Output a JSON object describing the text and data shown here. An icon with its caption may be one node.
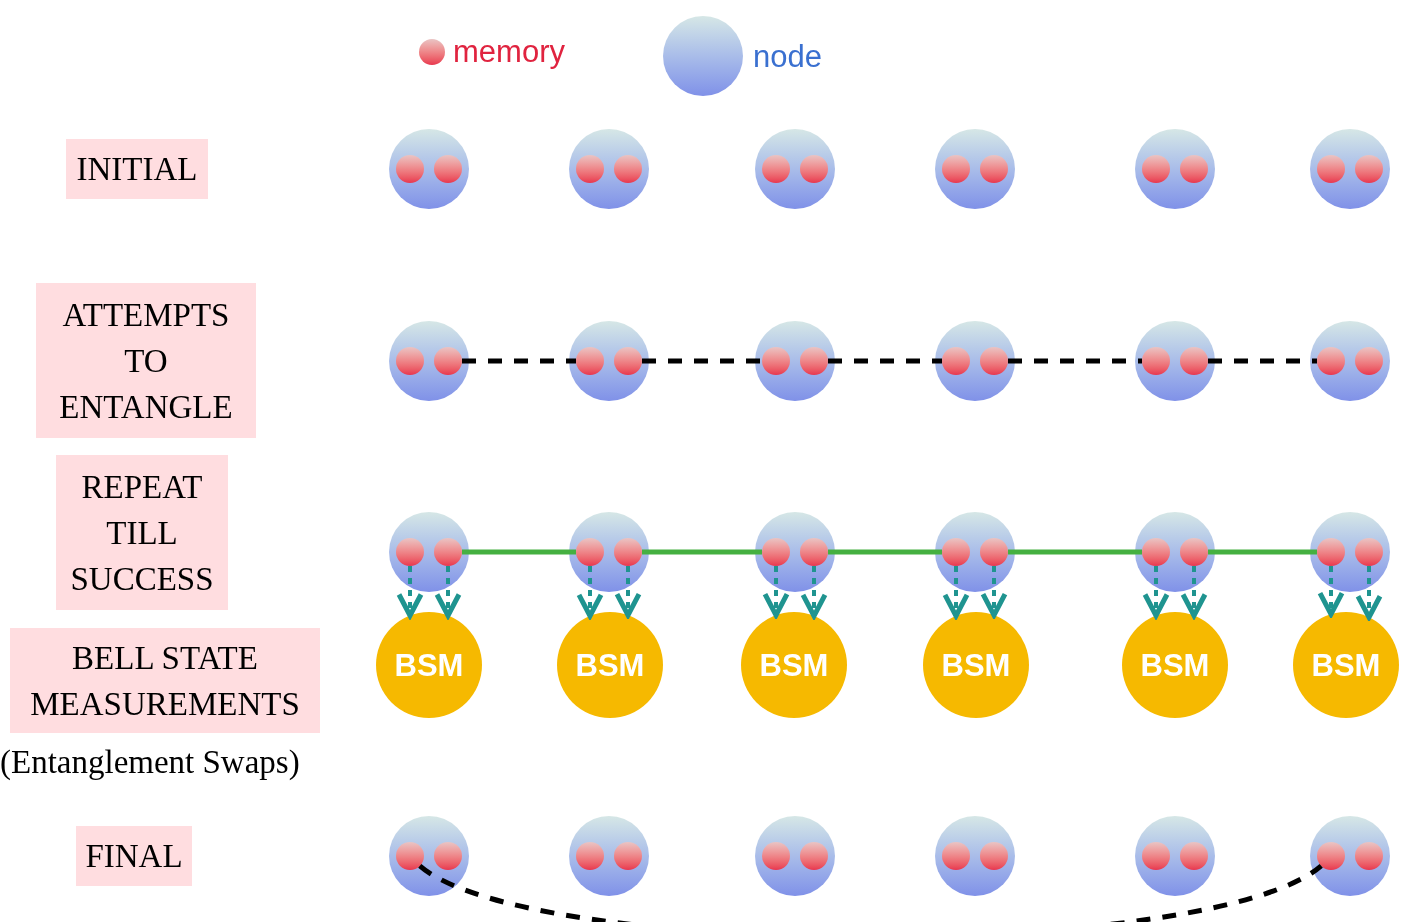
{
  "diagram": {
    "nodes": [
      {
        "text": [
          "INITIAL"
        ]
      },
      {
        "text": [],
        "shape": "circle"
      },
      {
        "text": [],
        "shape": "circle",
        "in": 1
      },
      {
        "text": [],
        "shape": "circle",
        "in": 1
      },
      {
        "text": [],
        "shape": "circle"
      },
      {
        "text": [],
        "shape": "circle",
        "in": 4
      },
      {
        "text": [],
        "shape": "circle",
        "in": 4
      },
      {
        "text": [],
        "shape": "circle"
      },
      {
        "text": [],
        "shape": "circle",
        "in": 7
      },
      {
        "text": [],
        "shape": "circle",
        "in": 7
      },
      {
        "text": [],
        "shape": "circle"
      },
      {
        "text": [],
        "shape": "circle",
        "in": 10
      },
      {
        "text": [],
        "shape": "circle",
        "in": 10
      },
      {
        "text": [],
        "shape": "circle"
      },
      {
        "text": [],
        "shape": "circle",
        "in": 13
      },
      {
        "text": [],
        "shape": "circle",
        "in": 13
      },
      {
        "text": [],
        "shape": "circle"
      },
      {
        "text": [],
        "shape": "circle",
        "in": 16
      },
      {
        "text": [],
        "shape": "circle",
        "in": 16
      },
      {
        "text": [
          "ATTEMPTS TO ENTANGLE"
        ]
      },
      {
        "text": [],
        "shape": "circle"
      },
      {
        "text": [],
        "shape": "circle",
        "in": 20
      },
      {
        "text": [],
        "shape": "circle",
        "in": 20
      },
      {
        "text": [],
        "shape": "circle"
      },
      {
        "text": [],
        "shape": "circle",
        "in": 23
      },
      {
        "text": [],
        "shape": "circle",
        "in": 23
      },
      {
        "text": [],
        "shape": "circle"
      },
      {
        "text": [],
        "shape": "circle",
        "in": 26
      },
      {
        "text": [],
        "shape": "circle",
        "in": 26
      },
      {
        "text": [],
        "shape": "circle"
      },
      {
        "text": [],
        "shape": "circle",
        "in": 29
      },
      {
        "text": [],
        "shape": "circle",
        "in": 29
      },
      {
        "text": [],
        "shape": "circle"
      },
      {
        "text": [],
        "shape": "circle",
        "in": 32
      },
      {
        "text": [],
        "shape": "circle",
        "in": 32
      },
      {
        "text": [],
        "shape": "circle"
      },
      {
        "text": [],
        "shape": "circle",
        "in": 35
      },
      {
        "text": [],
        "shape": "circle",
        "in": 35
      },
      {
        "text": [
          "REPEAT TILL SUCCESS"
        ]
      },
      {
        "text": [],
        "shape": "circle"
      },
      {
        "text": [],
        "shape": "circle",
        "in": 39
      },
      {
        "text": [],
        "shape": "circle",
        "in": 39
      },
      {
        "text": [],
        "shape": "circle"
      },
      {
        "text": [],
        "shape": "circle",
        "in": 42
      },
      {
        "text": [],
        "shape": "circle",
        "in": 42
      },
      {
        "text": [],
        "shape": "circle"
      },
      {
        "text": [],
        "shape": "circle",
        "in": 45
      },
      {
        "text": [],
        "shape": "circle",
        "in": 45
      },
      {
        "text": [],
        "shape": "circle"
      },
      {
        "text": [],
        "shape": "circle",
        "in": 48
      },
      {
        "text": [],
        "shape": "circle",
        "in": 48
      },
      {
        "text": [],
        "shape": "circle"
      },
      {
        "text": [],
        "shape": "circle",
        "in": 51
      },
      {
        "text": [],
        "shape": "circle",
        "in": 51
      },
      {
        "text": [],
        "shape": "circle"
      },
      {
        "text": [],
        "shape": "circle",
        "in": 54
      },
      {
        "text": [],
        "shape": "circle",
        "in": 54
      },
      {
        "text": [
          "BELL STATE MEASUREMENTS"
        ],
        "beside": [
          "(Entanglement Swaps)"
        ]
      },
      {
        "text": [
          "BSM"
        ]
      },
      {
        "text": [
          "BSM"
        ]
      },
      {
        "text": [
          "BSM"
        ]
      },
      {
        "text": [
          "BSM"
        ]
      },
      {
        "text": [
          "BSM"
        ]
      },
      {
        "text": [
          "BSM"
        ]
      },
      {
        "text": [
          "FINAL"
        ]
      },
      {
        "text": [],
        "shape": "circle"
      },
      {
        "text": [],
        "shape": "circle",
        "in": 65
      },
      {
        "text": [],
        "shape": "circle",
        "in": 65
      },
      {
        "text": [],
        "shape": "circle"
      },
      {
        "text": [],
        "shape": "circle",
        "in": 68
      },
      {
        "text": [],
        "shape": "circle",
        "in": 68
      },
      {
        "text": [],
        "shape": "circle"
      },
      {
        "text": [],
        "shape": "circle",
        "in": 71
      },
      {
        "text": [],
        "shape": "circle",
        "in": 71
      },
      {
        "text": [],
        "shape": "circle"
      },
      {
        "text": [],
        "shape": "circle",
        "in": 74
      },
      {
        "text": [],
        "shape": "circle",
        "in": 74
      },
      {
        "text": [],
        "shape": "circle"
      },
      {
        "text": [],
        "shape": "circle",
        "in": 77
      },
      {
        "text": [],
        "shape": "circle",
        "in": 77
      },
      {
        "text": [],
        "shape": "circle"
      },
      {
        "text": [],
        "shape": "circle",
        "in": 80
      },
      {
        "text": [],
        "shape": "circle",
        "in": 80
      }
    ],
    "edges": [
      {
        "from": 22,
        "to": 24,
        "arrow": "none",
        "style": "dashed",
        "color": "#000000"
      },
      {
        "from": 25,
        "to": 27,
        "arrow": "none",
        "style": "dashed",
        "color": "#000000"
      },
      {
        "from": 28,
        "to": 30,
        "arrow": "none",
        "style": "dashed",
        "color": "#000000"
      },
      {
        "from": 31,
        "to": 33,
        "arrow": "none",
        "style": "dashed",
        "color": "#000000"
      },
      {
        "from": 34,
        "to": 36,
        "arrow": "none",
        "style": "dashed",
        "color": "#000000"
      },
      {
        "from": 41,
        "to": 43,
        "arrow": "none",
        "color": "#45b041"
      },
      {
        "from": 44,
        "to": 46,
        "arrow": "none",
        "color": "#45b041"
      },
      {
        "from": 47,
        "to": 49,
        "arrow": "none",
        "color": "#45b041"
      },
      {
        "from": 50,
        "to": 52,
        "arrow": "none",
        "color": "#45b041"
      },
      {
        "from": 53,
        "to": 55,
        "arrow": "none",
        "color": "#45b041"
      },
      {
        "from": 40,
        "to": 58,
        "arrow": "to",
        "style": "dashed",
        "color": "#1f9490"
      },
      {
        "from": 41,
        "to": 58,
        "arrow": "to",
        "style": "dashed",
        "color": "#1f9490"
      },
      {
        "from": 43,
        "to": 59,
        "arrow": "to",
        "style": "dashed",
        "color": "#1f9490"
      },
      {
        "from": 44,
        "to": 59,
        "arrow": "to",
        "style": "dashed",
        "color": "#1f9490"
      },
      {
        "from": 46,
        "to": 60,
        "arrow": "to",
        "style": "dashed",
        "color": "#1f9490"
      },
      {
        "from": 47,
        "to": 60,
        "arrow": "to",
        "style": "dashed",
        "color": "#1f9490"
      },
      {
        "from": 49,
        "to": 61,
        "arrow": "to",
        "style": "dashed",
        "color": "#1f9490"
      },
      {
        "from": 50,
        "to": 61,
        "arrow": "to",
        "style": "dashed",
        "color": "#1f9490"
      },
      {
        "from": 52,
        "to": 62,
        "arrow": "to",
        "style": "dashed",
        "color": "#1f9490"
      },
      {
        "from": 53,
        "to": 62,
        "arrow": "to",
        "style": "dashed",
        "color": "#1f9490"
      },
      {
        "from": 55,
        "to": 63,
        "arrow": "to",
        "style": "dashed",
        "color": "#1f9490"
      },
      {
        "from": 56,
        "to": 63,
        "arrow": "to",
        "style": "dashed",
        "color": "#1f9490"
      },
      {
        "from": 66,
        "to": 81,
        "arrow": "none",
        "style": "dashed",
        "color": "#000000"
      }
    ],
    "legend": [
      {
        "text": "memory"
      },
      {
        "text": "node"
      }
    ]
  }
}
